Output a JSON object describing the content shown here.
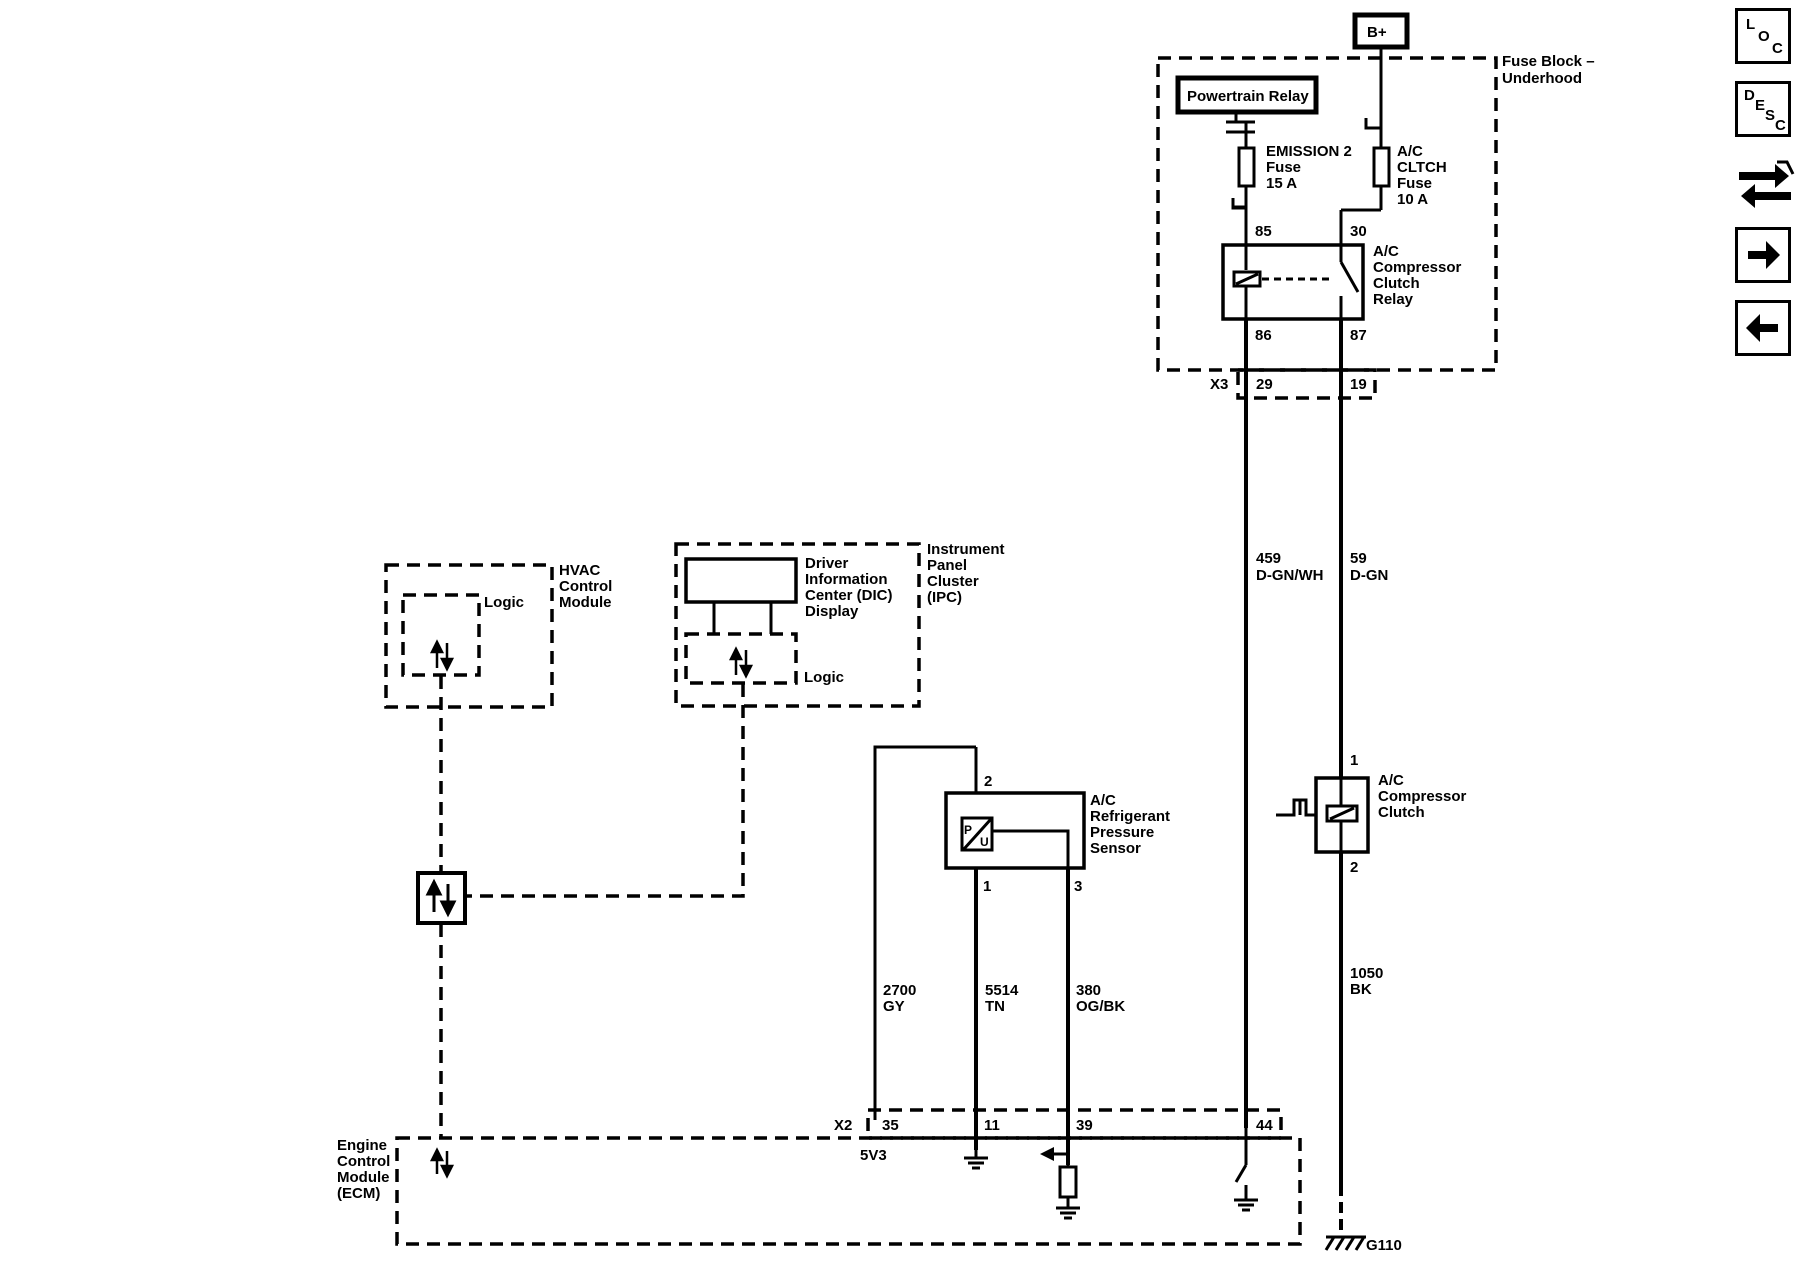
{
  "header": {
    "battery": "B+"
  },
  "fuse_block": {
    "title_line1": "Fuse Block –",
    "title_line2": "Underhood",
    "powertrain_relay": "Powertrain Relay",
    "emission_fuse": [
      "EMISSION 2",
      "Fuse",
      "15 A"
    ],
    "ac_fuse": [
      "A/C",
      "CLTCH",
      "Fuse",
      "10 A"
    ],
    "relay_label": [
      "A/C",
      "Compressor",
      "Clutch",
      "Relay"
    ],
    "relay_pins": {
      "p85": "85",
      "p30": "30",
      "p86": "86",
      "p87": "87"
    },
    "connector": "X3",
    "connector_pins": {
      "left": "29",
      "right": "19"
    }
  },
  "wires": {
    "w459": {
      "circuit": "459",
      "color": "D-GN/WH"
    },
    "w59": {
      "circuit": "59",
      "color": "D-GN"
    },
    "w2700": {
      "circuit": "2700",
      "color": "GY"
    },
    "w5514": {
      "circuit": "5514",
      "color": "TN"
    },
    "w380": {
      "circuit": "380",
      "color": "OG/BK"
    },
    "w1050": {
      "circuit": "1050",
      "color": "BK"
    }
  },
  "hvac": {
    "label": [
      "HVAC",
      "Control",
      "Module"
    ],
    "logic": "Logic"
  },
  "ipc": {
    "label": [
      "Instrument",
      "Panel",
      "Cluster",
      "(IPC)"
    ],
    "dic": [
      "Driver",
      "Information",
      "Center (DIC)",
      "Display"
    ],
    "logic": "Logic"
  },
  "sensor": {
    "label": [
      "A/C",
      "Refrigerant",
      "Pressure",
      "Sensor"
    ],
    "pins": {
      "p2": "2",
      "p1": "1",
      "p3": "3"
    },
    "symbol": {
      "p": "P",
      "u": "U"
    }
  },
  "clutch": {
    "label": [
      "A/C",
      "Compressor",
      "Clutch"
    ],
    "pins": {
      "p1": "1",
      "p2": "2"
    }
  },
  "ecm": {
    "label": [
      "Engine",
      "Control",
      "Module",
      "(ECM)"
    ],
    "connector": "X2",
    "pins": {
      "p35": "35",
      "p11": "11",
      "p39": "39",
      "p44": "44"
    },
    "ref": "5V3"
  },
  "ground": "G110",
  "nav": {
    "loc": {
      "l": "L",
      "o": "O",
      "c": "C"
    },
    "desc": {
      "d": "D",
      "e": "E",
      "s": "S",
      "c": "C"
    },
    "icons": [
      "connector-swap-icon",
      "arrow-right-icon",
      "arrow-left-icon"
    ]
  }
}
